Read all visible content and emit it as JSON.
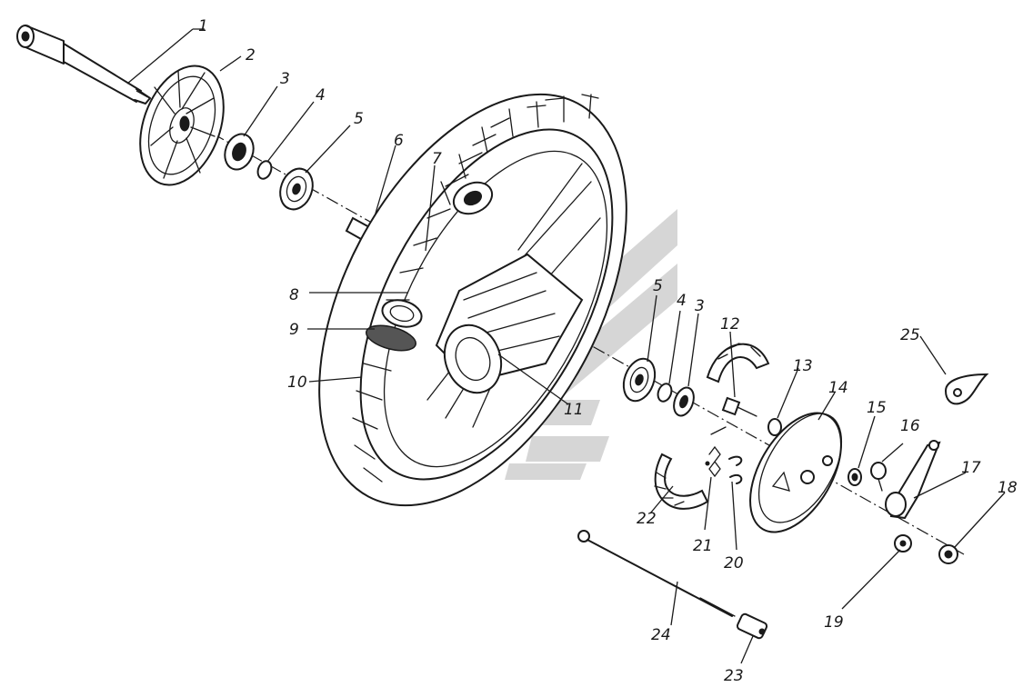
{
  "callouts": [
    "1",
    "2",
    "3",
    "4",
    "5",
    "6",
    "7",
    "8",
    "9",
    "10",
    "11",
    "12",
    "13",
    "14",
    "15",
    "16",
    "17",
    "18",
    "19",
    "20",
    "21",
    "22",
    "23",
    "24",
    "25",
    "5",
    "4",
    "3"
  ],
  "colors": {
    "ink": "#1a1a1a",
    "paper": "#ffffff",
    "watermark": "#cfcfcf"
  }
}
